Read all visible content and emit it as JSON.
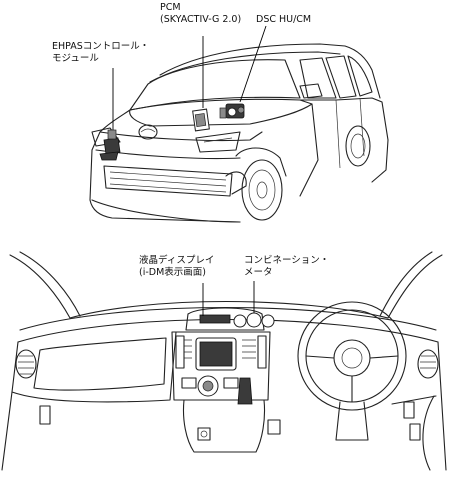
{
  "labels": {
    "pcm": [
      "PCM",
      "(SKYACTIV-G 2.0)"
    ],
    "dsc": [
      "DSC HU/CM"
    ],
    "ehpas": [
      "EHPASコントロール・",
      "モジュール"
    ],
    "lcd": [
      "液晶ディスプレイ",
      "(i-DM表示画面)"
    ],
    "meter": [
      "コンビネーション・",
      "メータ"
    ]
  }
}
